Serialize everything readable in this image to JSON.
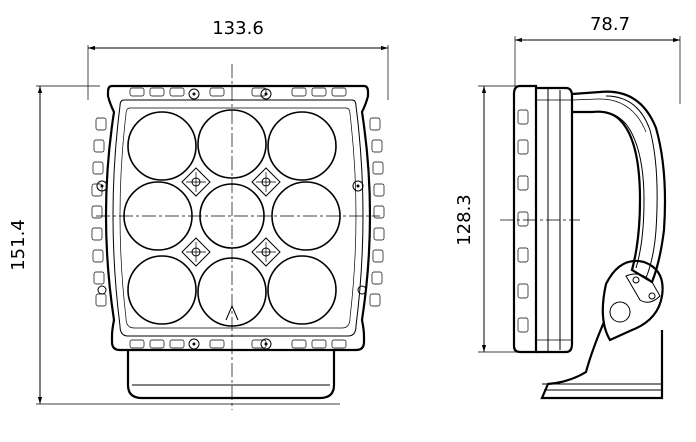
{
  "dimensions": {
    "front_width": "133.6",
    "front_height": "151.4",
    "side_width": "78.7",
    "side_height": "128.3"
  }
}
